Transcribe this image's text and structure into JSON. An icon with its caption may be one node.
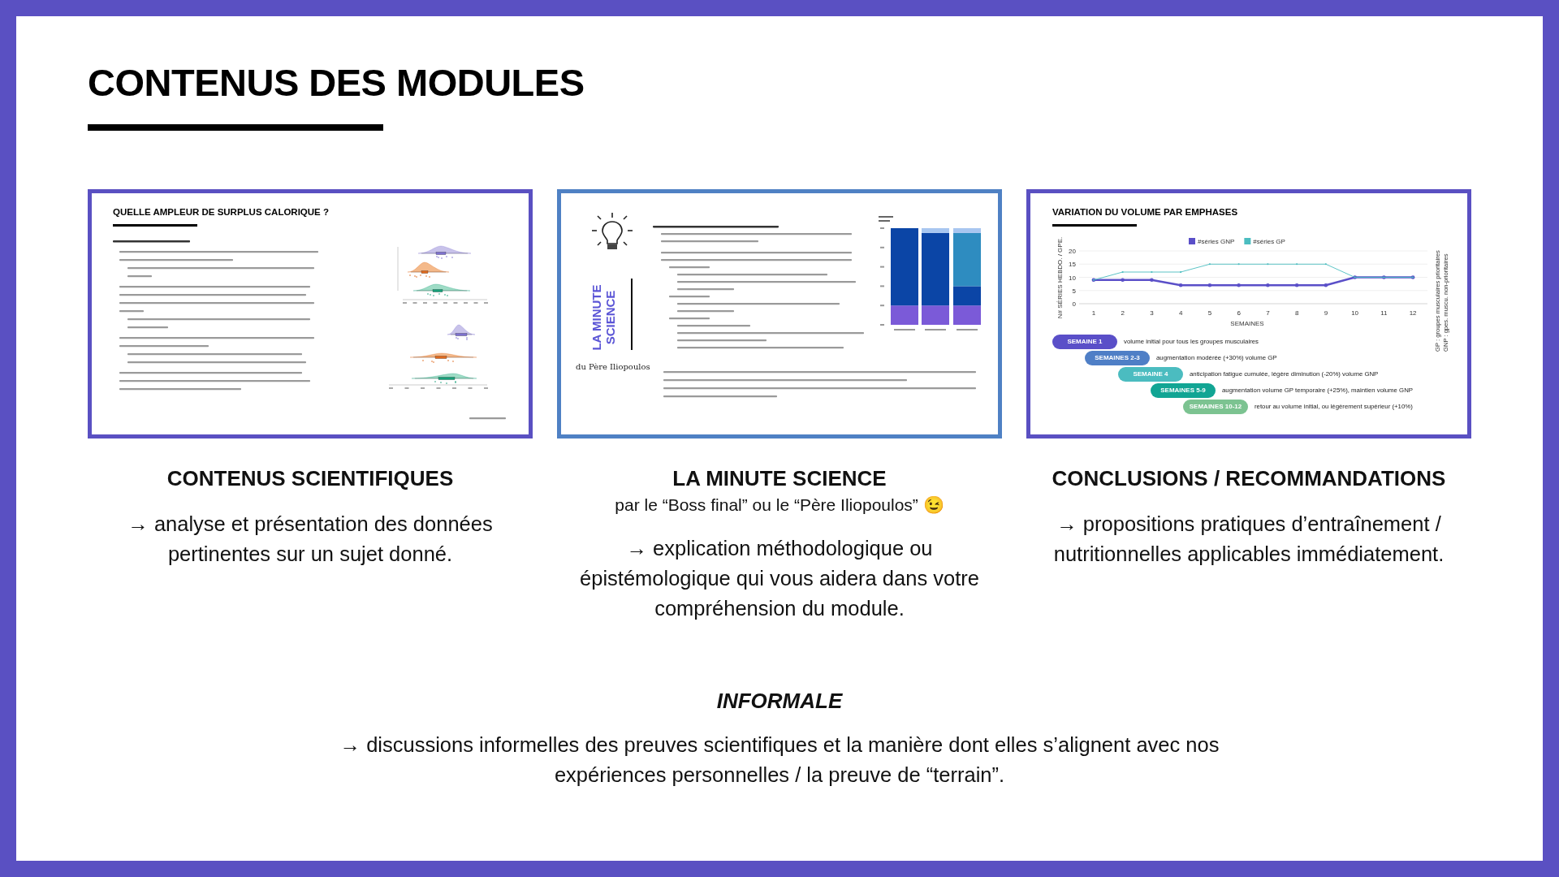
{
  "diagram": {
    "title": "CONTENUS DES MODULES",
    "nodes": [
      {
        "text": [
          "QUELLE AMPLEUR DE SURPLUS CALORIQUE ?"
        ],
        "beside": [
          "CONTENUS SCIENTIFIQUES",
          "→ analyse et présentation des données pertinentes sur un sujet donné."
        ]
      },
      {
        "text": [
          "LA MINUTE SCIENCE",
          "du Père Iliopoulos"
        ],
        "beside": [
          "LA MINUTE SCIENCE",
          "par le “Boss final” ou le “Père Iliopoulos” 😉",
          "→ explication méthodologique ou épistémologique qui vous aidera dans votre compréhension du module."
        ]
      },
      {
        "text": [
          "VARIATION DU VOLUME PAR EMPHASES",
          "GP : groupes musculaires prioritaires",
          "GNP : gpes. muscu. non-prioritaires"
        ],
        "beside": [
          "CONCLUSIONS / RECOMMANDATIONS",
          "→ propositions pratiques d’entraînement / nutritionnelles applicables immédiatement."
        ]
      },
      {
        "text": [
          "SEMAINE 1"
        ],
        "in": 2,
        "beside": [
          "volume initial pour tous les groupes musculaires"
        ]
      },
      {
        "text": [
          "SEMAINES 2-3"
        ],
        "in": 2,
        "beside": [
          "augmentation modérée (+30%) volume GP"
        ]
      },
      {
        "text": [
          "SEMAINE 4"
        ],
        "in": 2,
        "beside": [
          "anticipation fatigue cumulée, légère diminution (-20%) volume GNP"
        ]
      },
      {
        "text": [
          "SEMAINES 5-9"
        ],
        "in": 2,
        "beside": [
          "augmentation volume GP temporaire (+25%), maintien volume GNP"
        ]
      },
      {
        "text": [
          "SEMAINES 10-12"
        ],
        "in": 2,
        "beside": [
          "retour au volume initial, ou légèrement supérieur (+10%)"
        ]
      }
    ],
    "labels": [
      "INFORMALE",
      "→ discussions informelles des preuves scientifiques et la manière dont elles s’alignent avec nos expériences personnelles / la preuve de “terrain”."
    ],
    "chart_data": {
      "type": "line",
      "xlabel": "SEMAINES",
      "ylabel": "N# SÉRIES HEBDO. / GPE.",
      "x": [
        1,
        2,
        3,
        4,
        5,
        6,
        7,
        8,
        9,
        10,
        11,
        12
      ],
      "xlim": [
        0.5,
        12.5
      ],
      "xticks": [
        1,
        2,
        3,
        4,
        5,
        6,
        7,
        8,
        9,
        10,
        11,
        12
      ],
      "ylim": [
        0,
        20
      ],
      "yticks": [
        0,
        5,
        10,
        15,
        20
      ],
      "grid": true,
      "legend": "top",
      "series": [
        {
          "name": "#séries GNP",
          "color": "#5a4fc8",
          "values": [
            9,
            9,
            9,
            7,
            7,
            7,
            7,
            7,
            7,
            10,
            10,
            10
          ]
        },
        {
          "name": "#séries GP",
          "color": "#4bbdc0",
          "values": [
            9,
            12,
            12,
            12,
            15,
            15,
            15,
            15,
            15,
            10,
            10,
            10
          ]
        }
      ]
    }
  }
}
